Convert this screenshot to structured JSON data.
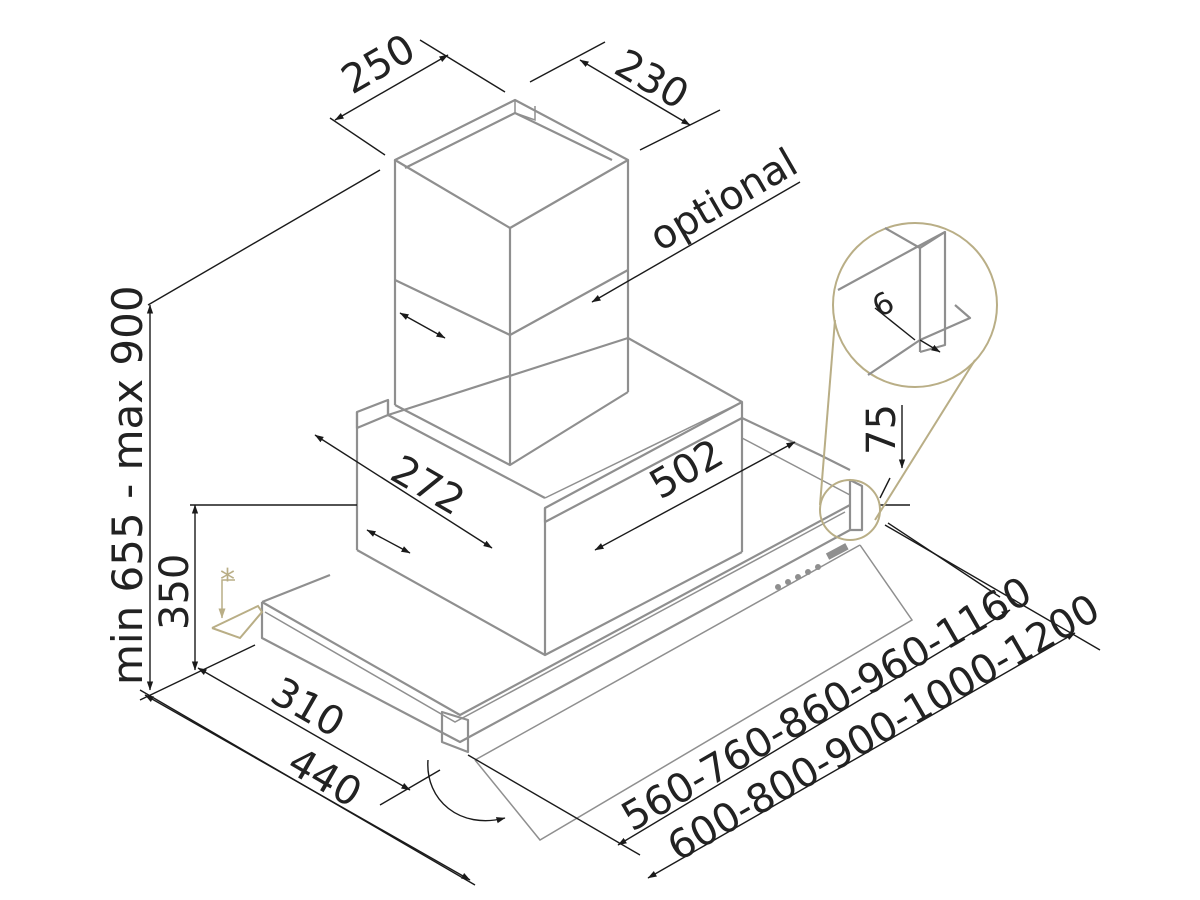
{
  "labels": {
    "chimney_width": "250",
    "chimney_depth": "230",
    "optional": "optional",
    "height_range": "min 655 - max 900",
    "canopy_width": "272",
    "canopy_depth": "502",
    "detail_thickness": "6",
    "detail_height": "75",
    "body_height": "350",
    "asterisk": "*",
    "depth_short": "310",
    "depth_full": "440",
    "widths_row1": "560-760-860-960-1160",
    "widths_row2": "600-800-900-1000-1200"
  },
  "colors": {
    "outline": "#8f8f8f",
    "dimension": "#1a1a1a",
    "detail": "#b9ae86"
  }
}
